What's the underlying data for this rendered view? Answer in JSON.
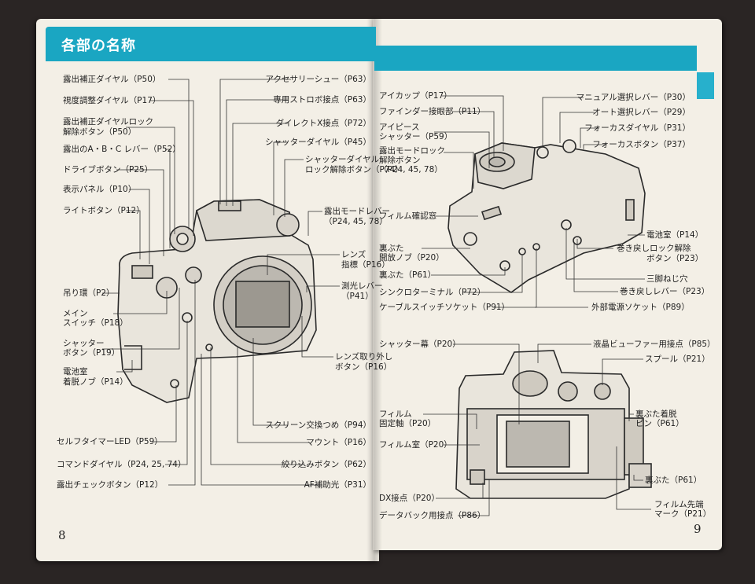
{
  "section_title": "各部の名称",
  "page_numbers": {
    "left": "8",
    "right": "9"
  },
  "left_labels_a": [
    "露出補正ダイヤル（P50）",
    "視度調整ダイヤル（P17）",
    "露出補正ダイヤルロック",
    "解除ボタン（P50）",
    "露出のA・B・C レバー（P52）",
    "ドライブボタン（P25）",
    "表示パネル（P10）",
    "ライトボタン（P12）",
    "吊り環（P2）",
    "メイン",
    "スイッチ（P18）",
    "シャッター",
    "ボタン（P19）",
    "電池室",
    "着脱ノブ（P14）",
    "セルフタイマーLED（P59）",
    "コマンドダイヤル（P24, 25, 74）",
    "露出チェックボタン（P12）"
  ],
  "left_labels_b": [
    "アクセサリーシュー（P63）",
    "専用ストロボ接点（P63）",
    "ダイレクトX接点（P72）",
    "シャッターダイヤル（P45）",
    "シャッターダイヤル",
    "ロック解除ボタン（P74）",
    "露出モードレバー",
    "（P24, 45, 78）",
    "レンズ",
    "指標（P16）",
    "測光レバー",
    "（P41）",
    "レンズ取り外し",
    "ボタン（P16）",
    "スクリーン交換つめ（P94）",
    "マウント（P16）",
    "絞り込みボタン（P62）",
    "AF補助光（P31）"
  ],
  "right_top_labels_a": [
    "アイカップ（P17）",
    "ファインダー接眼部（P11）",
    "アイピース",
    "シャッター（P59）",
    "露出モードロック",
    "解除ボタン",
    "（P24, 45, 78）",
    "フィルム確認窓",
    "裏ぶた",
    "開放ノブ（P20）",
    "裏ぶた（P61）",
    "シンクロターミナル（P72）",
    "ケーブルスイッチソケット（P91）"
  ],
  "right_top_labels_b": [
    "マニュアル選択レバー（P30）",
    "オート選択レバー（P29）",
    "フォーカスダイヤル（P31）",
    "フォーカスボタン（P37）",
    "電池室（P14）",
    "巻き戻しロック解除",
    "ボタン（P23）",
    "三脚ねじ穴",
    "巻き戻しレバー（P23）",
    "外部電源ソケット（P89）"
  ],
  "right_bottom_labels": [
    "シャッター幕（P20）",
    "液晶ビューファー用接点（P85）",
    "スプール（P21）",
    "フィルム",
    "固定軸（P20）",
    "裏ぶた着脱",
    "ピン（P61）",
    "フィルム室（P20）",
    "裏ぶた（P61）",
    "DX接点（P20）",
    "フィルム先端",
    "マーク（P21）",
    "データバック用接点（P86）"
  ]
}
